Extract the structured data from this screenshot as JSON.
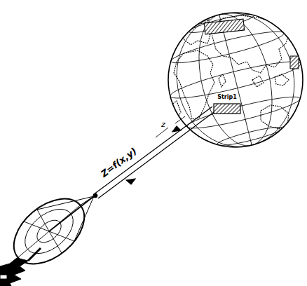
{
  "diagram": {
    "labels": [
      "Strip1",
      "z",
      "Z=f(x,y)"
    ]
  }
}
